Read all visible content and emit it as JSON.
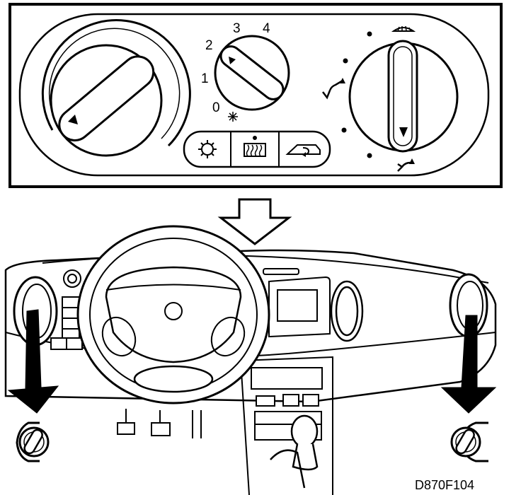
{
  "figure_code": "D870F104",
  "panel": {
    "fan_speed_labels": [
      "0",
      "1",
      "2",
      "3",
      "4"
    ],
    "ac_button_icon": "snowflake-icon",
    "rear_defrost_button_icon": "rear-window-defrost-icon",
    "recirculation_button_icon": "recirculation-icon",
    "windshield_defrost_icon": "windshield-defrost-icon"
  },
  "colors": {
    "ink": "#000000",
    "paper": "#ffffff"
  }
}
